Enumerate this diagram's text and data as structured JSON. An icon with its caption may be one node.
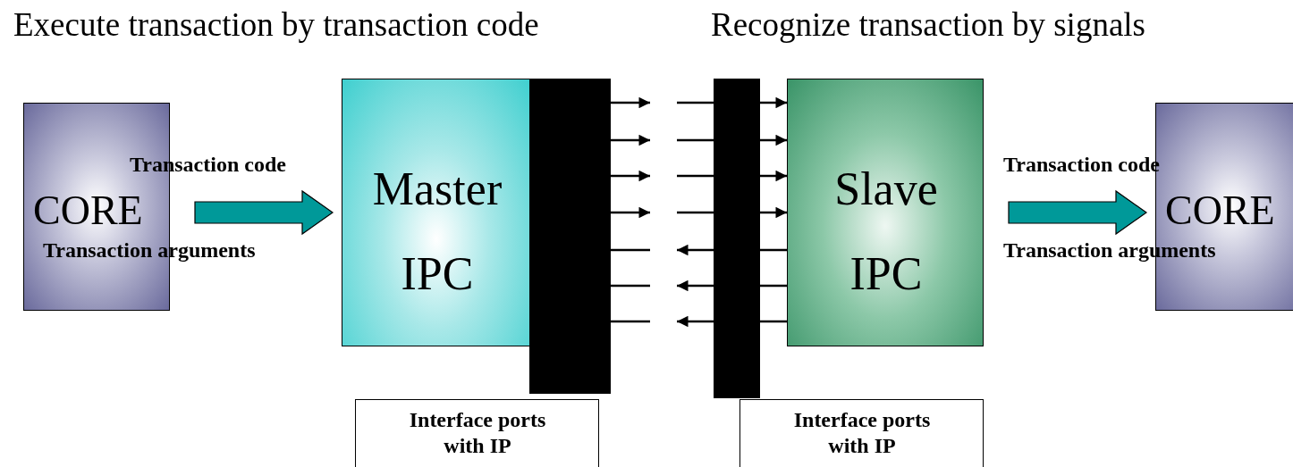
{
  "diagram": {
    "nodes": [
      {
        "text": [
          "CORE"
        ]
      },
      {
        "text": [
          "Master IPC"
        ]
      },
      {
        "text": [],
        "shape": "bar"
      },
      {
        "text": [],
        "shape": "bar"
      },
      {
        "text": [
          "Slave IPC"
        ]
      },
      {
        "text": [
          "CORE"
        ]
      },
      {
        "text": [
          "Interface ports with IP"
        ]
      },
      {
        "text": [
          "Interface ports with IP"
        ]
      }
    ],
    "edges": [
      {
        "from": 0,
        "to": 1,
        "arrow": "to",
        "style": "thick",
        "color": "#009999"
      },
      {
        "from": 2,
        "to": null,
        "arrow": "to"
      },
      {
        "from": 2,
        "to": null,
        "arrow": "to"
      },
      {
        "from": 2,
        "to": null,
        "arrow": "to"
      },
      {
        "from": 2,
        "to": null,
        "arrow": "to"
      },
      {
        "from": 2,
        "to": null,
        "arrow": "none"
      },
      {
        "from": 2,
        "to": null,
        "arrow": "none"
      },
      {
        "from": 2,
        "to": null,
        "arrow": "none"
      },
      {
        "from": null,
        "to": 4,
        "arrow": "to"
      },
      {
        "from": null,
        "to": 4,
        "arrow": "to"
      },
      {
        "from": null,
        "to": 4,
        "arrow": "to"
      },
      {
        "from": null,
        "to": 4,
        "arrow": "to"
      },
      {
        "from": 4,
        "to": null,
        "arrow": "to"
      },
      {
        "from": 4,
        "to": null,
        "arrow": "to"
      },
      {
        "from": 4,
        "to": null,
        "arrow": "to"
      },
      {
        "from": 4,
        "to": 5,
        "arrow": "to",
        "style": "thick",
        "color": "#009999"
      }
    ],
    "labels": [
      "Execute transaction by transaction code",
      "Recognize transaction by signals",
      "Transaction code",
      "Transaction arguments",
      "Transaction code",
      "Transaction arguments"
    ]
  }
}
